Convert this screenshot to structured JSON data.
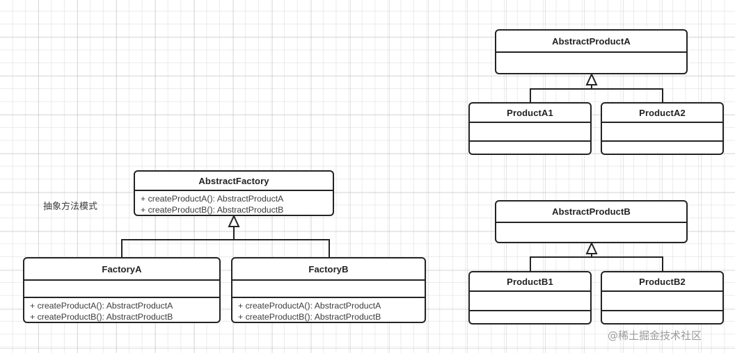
{
  "diagram": {
    "label": "抽象方法模式",
    "watermark": "@稀土掘金技术社区",
    "relationship_type": "generalization"
  },
  "classes": {
    "abstract_factory": {
      "name": "AbstractFactory",
      "methods": [
        "+ createProductA(): AbstractProductA",
        "+ createProductB(): AbstractProductB"
      ]
    },
    "factory_a": {
      "name": "FactoryA",
      "attributes": [],
      "methods": [
        "+ createProductA(): AbstractProductA",
        "+ createProductB(): AbstractProductB"
      ]
    },
    "factory_b": {
      "name": "FactoryB",
      "attributes": [],
      "methods": [
        "+ createProductA(): AbstractProductA",
        "+ createProductB(): AbstractProductB"
      ]
    },
    "abstract_product_a": {
      "name": "AbstractProductA",
      "attributes": [],
      "methods": []
    },
    "product_a1": {
      "name": "ProductA1",
      "attributes": [],
      "methods": []
    },
    "product_a2": {
      "name": "ProductA2",
      "attributes": [],
      "methods": []
    },
    "abstract_product_b": {
      "name": "AbstractProductB",
      "attributes": [],
      "methods": []
    },
    "product_b1": {
      "name": "ProductB1",
      "attributes": [],
      "methods": []
    },
    "product_b2": {
      "name": "ProductB2",
      "attributes": [],
      "methods": []
    }
  },
  "colors": {
    "border": "#232323",
    "text": "#222222",
    "member_text": "#3b3b3b",
    "background": "#ffffff",
    "watermark": "#9a9a9a"
  }
}
